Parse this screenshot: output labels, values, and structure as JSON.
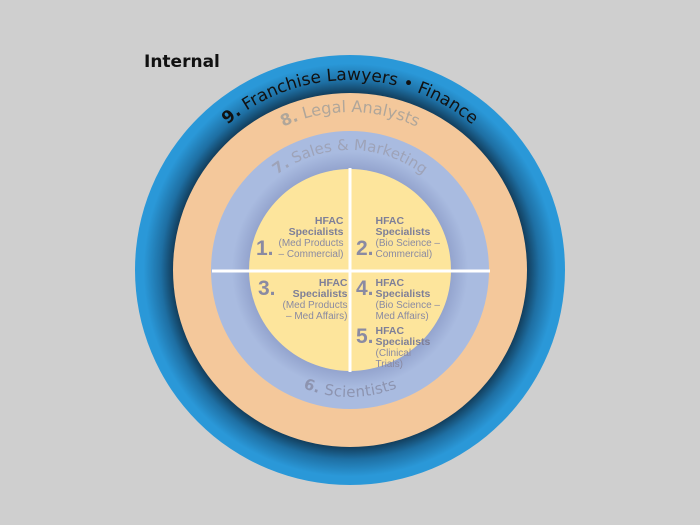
{
  "title": "Internal",
  "rings": {
    "ring9": {
      "num": "9.",
      "label": "Franchise Lawyers • Finance"
    },
    "ring8": {
      "num": "8.",
      "label": "Legal Analysts"
    },
    "ring7": {
      "num": "7.",
      "label": "Sales & Marketing"
    },
    "ring6": {
      "num": "6.",
      "label": "Scientists"
    }
  },
  "quadrants": [
    {
      "num": "1.",
      "title": "HFAC Specialists",
      "sub": "(Med Products – Commercial)"
    },
    {
      "num": "2.",
      "title": "HFAC Specialists",
      "sub": "(Bio Science – Commercial)"
    },
    {
      "num": "3.",
      "title": "HFAC Specialists",
      "sub": "(Med Products – Med Affairs)"
    },
    {
      "num": "4.",
      "title": "HFAC Specialists",
      "sub": "(Bio Science – Med Affairs)"
    },
    {
      "num": "5.",
      "title": "HFAC Specialists",
      "sub": "(Clinical Trials)"
    }
  ],
  "colors": {
    "outer": "#2a98d8",
    "orange": "#f4c89b",
    "lavender": "#a9bbe0",
    "yellow": "#fde59c"
  }
}
